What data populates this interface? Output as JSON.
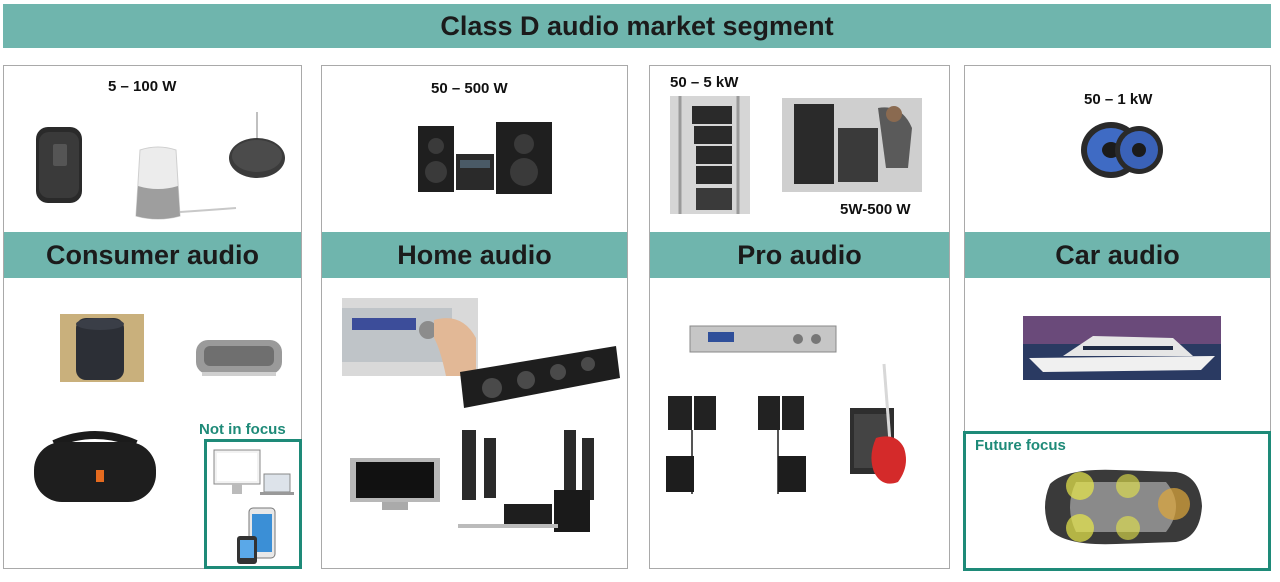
{
  "title": "Class D audio market segment",
  "segments": [
    {
      "name": "Consumer audio",
      "power": "5 – 100 W",
      "note": "Not in focus"
    },
    {
      "name": "Home audio",
      "power": "50 – 500 W"
    },
    {
      "name": "Pro audio",
      "power": "50 – 5 kW",
      "power_secondary": "5W-500 W"
    },
    {
      "name": "Car audio",
      "power": "50 – 1 kW",
      "note": "Future focus"
    }
  ],
  "colors": {
    "band": "#6fb5ad",
    "focus": "#1e8a78",
    "border": "#a9a9a9"
  },
  "icons": [
    "smart-speaker-icon",
    "home-stereo-icon",
    "line-array-icon",
    "car-speaker-icon",
    "tv-icon",
    "yacht-icon",
    "car-topview-icon"
  ]
}
